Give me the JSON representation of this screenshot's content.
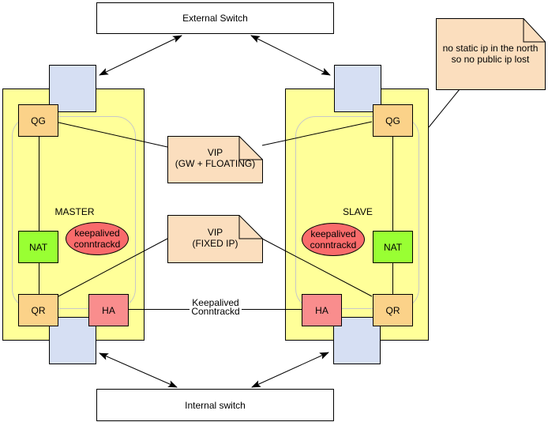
{
  "colors": {
    "canvas": "#ffffff",
    "router_yellow": "#FFFF99",
    "port_blue": "#D6DFF3",
    "iface_orange": "#FBD289",
    "nat_green": "#99FF33",
    "ha_pink": "#F98D8D",
    "daemon_red": "#F96B6B",
    "note_peach": "#FBDEBE",
    "inner_boundary_gray": "#C8C8C8",
    "line_black": "#000000"
  },
  "switches": {
    "external": "External Switch",
    "internal": "Internal switch"
  },
  "routers": {
    "master": {
      "title": "MASTER",
      "qg": "QG",
      "nat": "NAT",
      "qr": "QR",
      "ha": "HA",
      "daemon_line1": "keepalived",
      "daemon_line2": "conntrackd"
    },
    "slave": {
      "title": "SLAVE",
      "qg": "QG",
      "nat": "NAT",
      "qr": "QR",
      "ha": "HA",
      "daemon_line1": "keepalived",
      "daemon_line2": "conntrackd"
    }
  },
  "notes": {
    "vip_gw": {
      "line1": "VIP",
      "line2": "(GW + FLOATING)"
    },
    "vip_fixed": {
      "line1": "VIP",
      "line2": "(FIXED IP)"
    },
    "north_note": {
      "line1": "no static ip in the north",
      "line2": "so no public ip lost"
    }
  },
  "edge_labels": {
    "ha_link_line1": "Keepalived",
    "ha_link_line2": "Conntrackd"
  }
}
